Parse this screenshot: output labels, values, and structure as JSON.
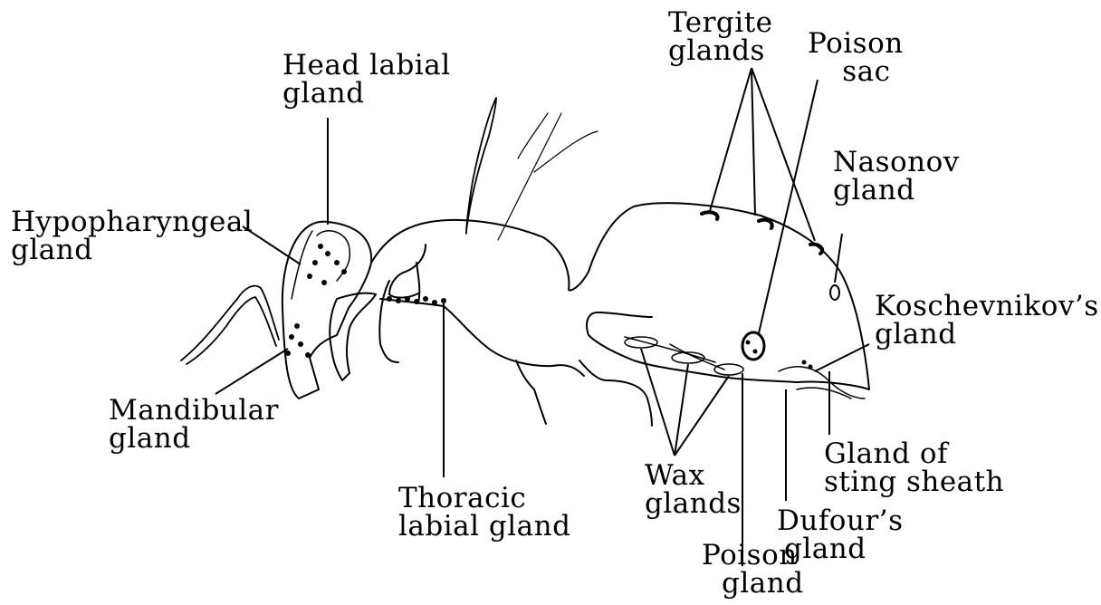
{
  "diagram": {
    "labels": {
      "head_labial": [
        "Head labial",
        "gland"
      ],
      "hypopharyngeal": [
        "Hypopharyngeal",
        "gland"
      ],
      "mandibular": [
        "Mandibular",
        "gland"
      ],
      "thoracic_labial": [
        "Thoracic",
        "labial gland"
      ],
      "tergite": [
        "Tergite",
        "glands"
      ],
      "poison_sac": [
        "Poison",
        "sac"
      ],
      "nasonov": [
        "Nasonov",
        "gland"
      ],
      "koschevnikov": [
        "Koschevnikov’s",
        "gland"
      ],
      "wax": [
        "Wax",
        "glands"
      ],
      "poison_gland": [
        "Poison",
        "gland"
      ],
      "dufour": [
        "Dufour’s",
        "gland"
      ],
      "sting_sheath": [
        "Gland of",
        "sting sheath"
      ]
    },
    "colors": {
      "ink": "#000000",
      "paper": "#ffffff"
    }
  }
}
